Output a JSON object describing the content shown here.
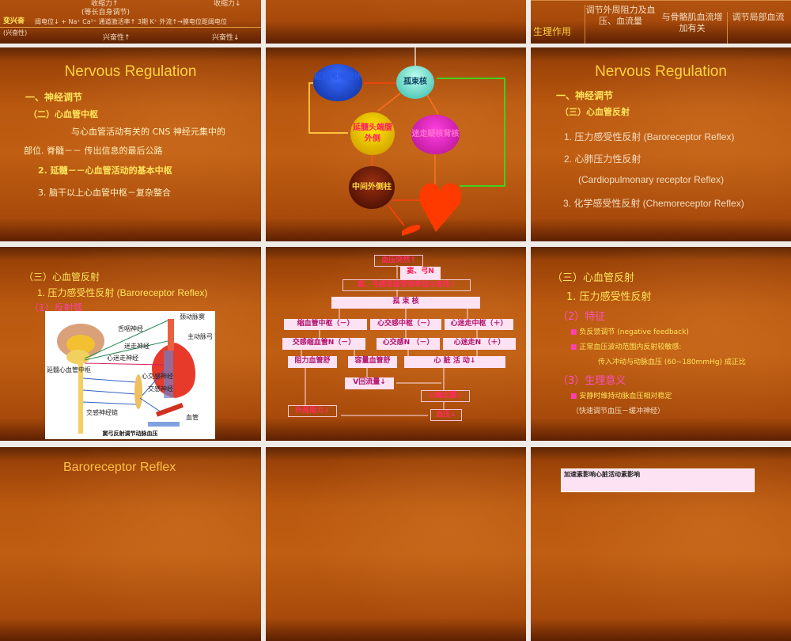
{
  "slides": [
    {
      "id": "s1",
      "lines": {
        "top1": "收缩力↑",
        "top2": "(等长自身调节)",
        "top_right": "收缩力↓",
        "row_label": "变兴奋",
        "row_text": "阈电位↓ + Na⁺ Ca²⁺ 通道激活率↑  3期 K⁺ 外流↑→膜电位距阈电位",
        "sub_label": "(兴奋性)",
        "bottom1": "兴奋性↑",
        "bottom2": "兴奋性↓"
      }
    },
    {
      "id": "s2",
      "table": {
        "label": "生理作用",
        "cells": [
          "调节外周阻力及血压、血流量",
          "与骨骼肌血流增加有关",
          "调节局部血流"
        ]
      }
    },
    {
      "id": "s3",
      "title": "Nervous Regulation",
      "lines": [
        "一、神经调节",
        "（二）心血管中枢",
        "与心血管活动有关的 CNS 神经元集中的",
        "部位. 脊髓－－ 传出信息的最后公路",
        "2. 延髓－－心血管活动的基本中枢",
        "3.  脑干以上心血管中枢－复杂整合"
      ]
    },
    {
      "id": "s4",
      "nodes": [
        "延髓尾端腹外侧",
        "孤束核",
        "延髓头端腹外侧",
        "迷走疑核背核",
        "中间外侧柱"
      ]
    },
    {
      "id": "s5",
      "title": "Nervous Regulation",
      "lines": [
        "一、神经调节",
        "（三）心血管反射",
        "1.  压力感受性反射   (Baroreceptor Reflex)",
        "2.  心肺压力性反射",
        "(Cardiopulmonary receptor Reflex)",
        "3. 化学感受性反射   (Chemoreceptor Reflex)"
      ]
    },
    {
      "id": "s6",
      "lines": [
        "（三）心血管反射",
        "1.  压力感受性反射 (Baroreceptor Reflex)",
        "（1）反射弧"
      ],
      "figure_caption": "窦弓反射调节动脉血压",
      "figure_labels": [
        "颈动脉窦",
        "舌咽神经",
        "主动脉弓",
        "迷走神经",
        "心迷走神经",
        "延髓心血管中枢",
        "心交感神经",
        "交感神经",
        "交感神经链",
        "血管"
      ]
    },
    {
      "id": "s7",
      "boxes": [
        "血压突然↑",
        "窦、弓N",
        "窦、弓感受器受到牵拉兴奋性↑",
        "孤     束     核",
        "缩血管中枢（－）",
        "心交感中枢（－）",
        "心迷走中枢（＋）",
        "交感缩血管N（－）",
        "心交感N （－）",
        "心迷走N  （＋）",
        "阻力血管舒",
        "容量血管舒",
        "心  脏  活  动↓",
        "V回流量↓",
        "心输出量↓",
        "外周阻力↓",
        "血压↓"
      ]
    },
    {
      "id": "s8",
      "lines": [
        "（三）心血管反射",
        "1.  压力感受性反射",
        "（2）特征",
        "负反馈调节 (negative feedback)",
        "正常血压波动范围内反射较敏感:",
        "传入冲动与动脉血压 (60~180mmHg) 成正比",
        "（3）生理意义",
        "安静时维持动脉血压相对稳定",
        "（快速调节血压－缓冲神经）"
      ]
    },
    {
      "id": "s9",
      "title": "Baroreceptor Reflex"
    },
    {
      "id": "s11",
      "lines": [
        "加速素影响心脏活动素影响"
      ]
    }
  ],
  "colors": {
    "slide_bg": "#bf5e12",
    "title": "#ffd23a",
    "gap": "#efebe7"
  }
}
